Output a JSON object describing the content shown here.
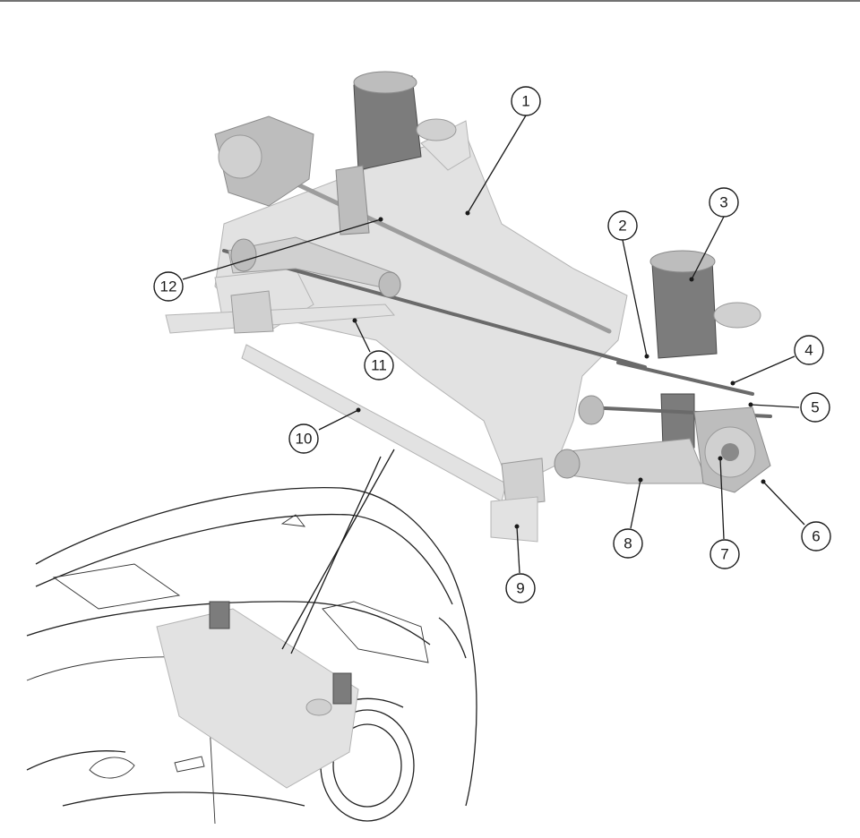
{
  "diagram": {
    "callouts": [
      {
        "id": "callout-1",
        "label": "1"
      },
      {
        "id": "callout-2",
        "label": "2"
      },
      {
        "id": "callout-3",
        "label": "3"
      },
      {
        "id": "callout-4",
        "label": "4"
      },
      {
        "id": "callout-5",
        "label": "5"
      },
      {
        "id": "callout-6",
        "label": "6"
      },
      {
        "id": "callout-7",
        "label": "7"
      },
      {
        "id": "callout-8",
        "label": "8"
      },
      {
        "id": "callout-9",
        "label": "9"
      },
      {
        "id": "callout-10",
        "label": "10"
      },
      {
        "id": "callout-11",
        "label": "11"
      },
      {
        "id": "callout-12",
        "label": "12"
      }
    ],
    "colors": {
      "line": "#1a1a1a",
      "frame_fill": "#e2e2e2",
      "part_dark": "#7c7c7c",
      "background": "#ffffff"
    },
    "icons": [
      "rear-subframe-assembly",
      "air-spring-strut",
      "wheel-hub",
      "vehicle-outline"
    ]
  }
}
